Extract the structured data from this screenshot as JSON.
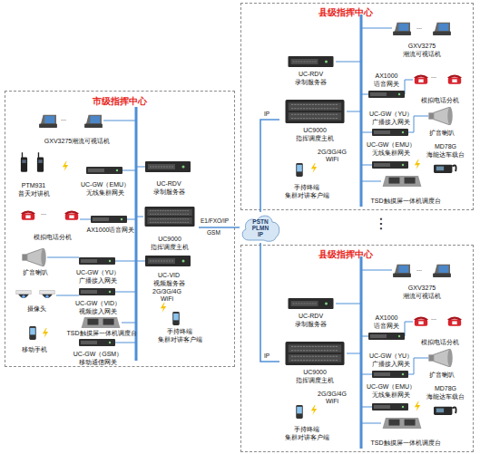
{
  "diagram": {
    "nodes": [
      {
        "text": [
          "市级指挥中心"
        ]
      },
      {
        "text": [
          "GXV3275潮流可视话机"
        ],
        "in": 0
      },
      {
        "text": [
          "PTM931 普天对讲机"
        ],
        "in": 0
      },
      {
        "text": [
          "UC-GW（EMU） 无线集群网关"
        ],
        "in": 0
      },
      {
        "text": [
          "UC-RDV 录制服务器"
        ],
        "in": 0
      },
      {
        "text": [
          "模拟电话分机"
        ],
        "in": 0
      },
      {
        "text": [
          "AX1000语音网关"
        ],
        "in": 0
      },
      {
        "text": [
          "UC9000 指挥调度主机"
        ],
        "in": 0
      },
      {
        "text": [
          "扩音喇叭"
        ],
        "in": 0
      },
      {
        "text": [
          "UC-GW（YU） 广播接入网关"
        ],
        "in": 0
      },
      {
        "text": [
          "UC-VID 视频服务器"
        ],
        "in": 0
      },
      {
        "text": [
          "UC-GW（VID） 视频接入网关"
        ],
        "in": 0
      },
      {
        "text": [
          "摄像头"
        ],
        "in": 0
      },
      {
        "text": [
          "TSD触摸屏一体机调度台"
        ],
        "in": 0
      },
      {
        "text": [
          "手持终端 集群对讲客户端"
        ],
        "in": 0
      },
      {
        "text": [
          "移动手机"
        ],
        "in": 0
      },
      {
        "text": [
          "UC-GW（GSM） 移动通信网关"
        ],
        "in": 0
      },
      {
        "text": [
          "PSTN PLMN IP"
        ]
      },
      {
        "text": [
          "县级指挥中心"
        ]
      },
      {
        "text": [
          "GXV3275 潮流可视话机"
        ],
        "in": 18
      },
      {
        "text": [
          "UC-RDV 录制服务器"
        ],
        "in": 18
      },
      {
        "text": [
          "AX1000 语音网关"
        ],
        "in": 18
      },
      {
        "text": [
          "模拟电话分机"
        ],
        "in": 18
      },
      {
        "text": [
          "UC9000 指挥调度主机"
        ],
        "in": 18
      },
      {
        "text": [
          "UC-GW（YU） 广播接入网关"
        ],
        "in": 18
      },
      {
        "text": [
          "扩音喇叭"
        ],
        "in": 18
      },
      {
        "text": [
          "手持终端 集群对讲客户端"
        ],
        "in": 18
      },
      {
        "text": [
          "UC-GW（EMU） 无线集群网关"
        ],
        "in": 18
      },
      {
        "text": [
          "MD78G 海能达车载台"
        ],
        "in": 18
      },
      {
        "text": [
          "TSD触摸屏一体机调度台"
        ],
        "in": 18
      },
      {
        "text": [
          "县级指挥中心"
        ]
      },
      {
        "text": [
          "GXV3275 潮流可视话机"
        ],
        "in": 30
      },
      {
        "text": [
          "UC-RDV 录制服务器"
        ],
        "in": 30
      },
      {
        "text": [
          "AX1000 语音网关"
        ],
        "in": 30
      },
      {
        "text": [
          "模拟电话分机"
        ],
        "in": 30
      },
      {
        "text": [
          "UC9000 指挥调度主机"
        ],
        "in": 30
      },
      {
        "text": [
          "UC-GW（YU） 广播接入网关"
        ],
        "in": 30
      },
      {
        "text": [
          "扩音喇叭"
        ],
        "in": 30
      },
      {
        "text": [
          "手持终端 集群对讲客户端"
        ],
        "in": 30
      },
      {
        "text": [
          "UC-GW（EMU） 无线集群网关"
        ],
        "in": 30
      },
      {
        "text": [
          "MD78G 海能达车载台"
        ],
        "in": 30
      },
      {
        "text": [
          "TSD触摸屏一体机调度台"
        ],
        "in": 30
      }
    ],
    "edges": [
      {
        "from": 7,
        "to": 17,
        "label": "E1/FXO/IP",
        "arrow": "none"
      },
      {
        "from": 17,
        "to": 23,
        "label": "IP",
        "arrow": "none"
      },
      {
        "from": 17,
        "to": 35,
        "label": "IP",
        "arrow": "none"
      }
    ],
    "labels": [
      "GSM",
      "2G/3G/4G WiFi",
      "2G/3G/4G WiFi",
      "2G/3G/4G WiFi",
      "...",
      "...",
      "...",
      "...",
      "...",
      "...",
      "⋮"
    ]
  }
}
